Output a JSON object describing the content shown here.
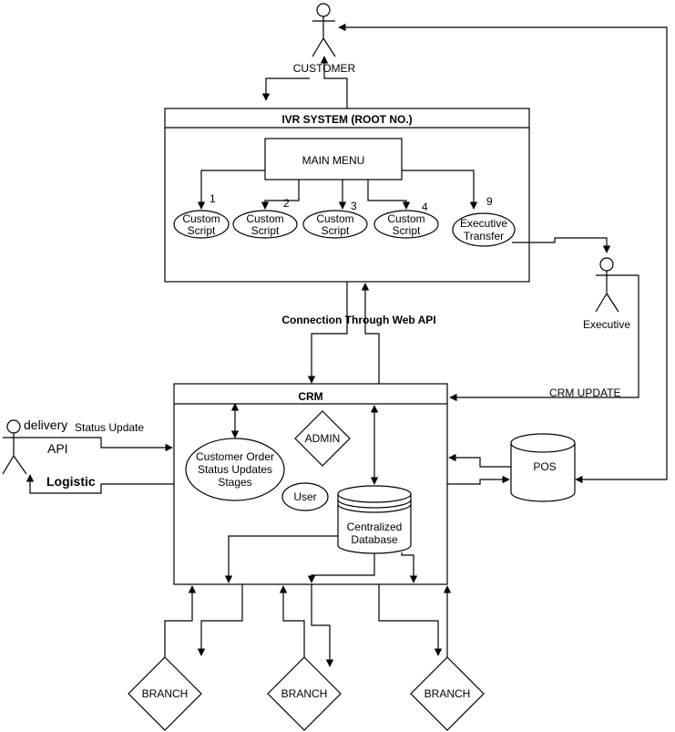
{
  "actors": {
    "customer": "CUSTOMER",
    "executive": "Executive"
  },
  "ivr": {
    "title": "IVR SYSTEM (ROOT NO.)",
    "main_menu": "MAIN MENU",
    "options": [
      {
        "number": "1",
        "line1": "Custom",
        "line2": "Script"
      },
      {
        "number": "2",
        "line1": "Custom",
        "line2": "Script"
      },
      {
        "number": "3",
        "line1": "Custom",
        "line2": "Script"
      },
      {
        "number": "4",
        "line1": "Custom",
        "line2": "Script"
      },
      {
        "number": "9",
        "line1": "Executive",
        "line2": "Transfer"
      }
    ]
  },
  "connection_label": "Connection Through Web API",
  "crm": {
    "title": "CRM",
    "admin": "ADMIN",
    "order_status": {
      "line1": "Customer Order",
      "line2": "Status Updates",
      "line3": "Stages"
    },
    "user": "User",
    "database": {
      "line1": "Centralized",
      "line2": "Database"
    }
  },
  "crm_update_label": "CRM UPDATE",
  "pos": "POS",
  "delivery": {
    "title": "delivery",
    "status_update": "Status Update",
    "api": "API",
    "logistic": "Logistic"
  },
  "branches": [
    "BRANCH",
    "BRANCH",
    "BRANCH"
  ]
}
